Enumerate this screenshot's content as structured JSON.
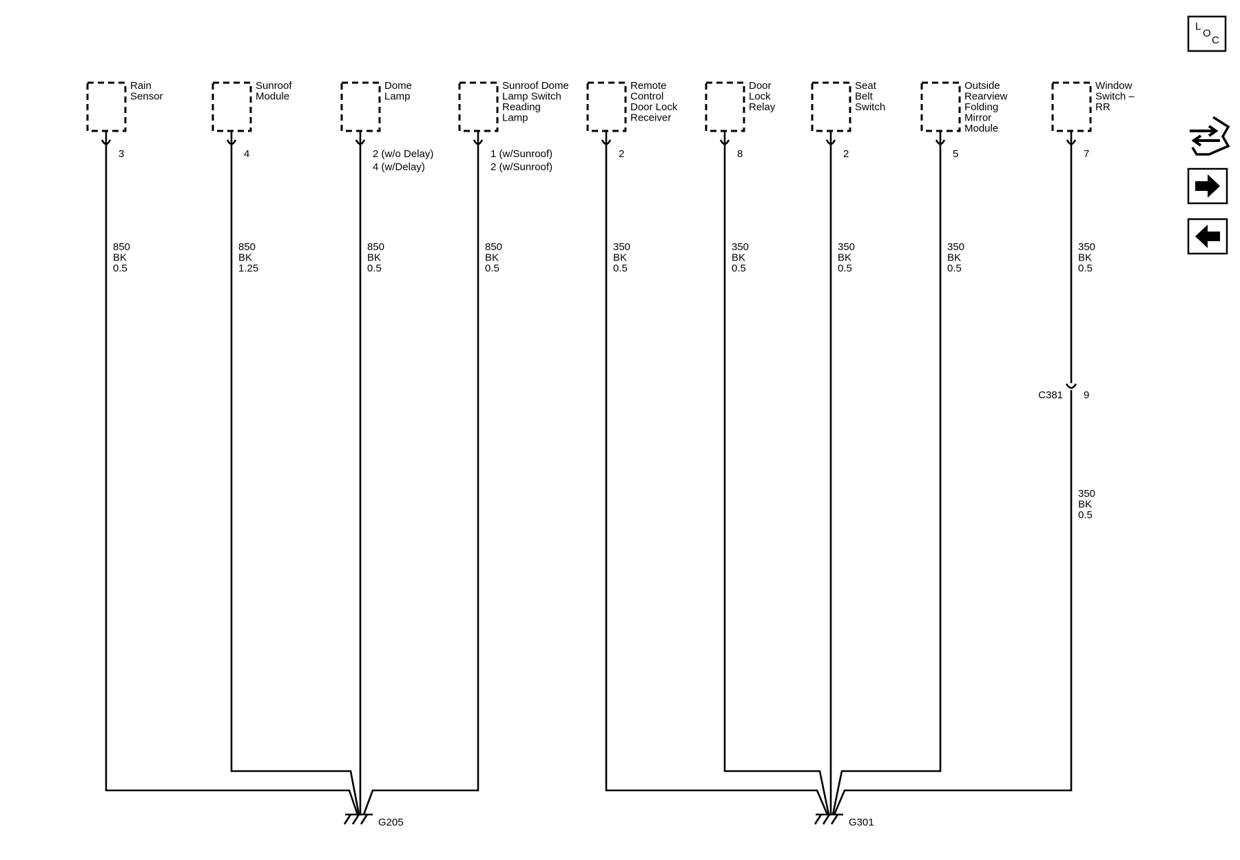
{
  "components": [
    {
      "id": "rain-sensor",
      "label": [
        "Rain",
        "Sensor"
      ],
      "pin": [
        "3"
      ],
      "wire": [
        "850",
        "BK",
        "0.5"
      ]
    },
    {
      "id": "sunroof-module",
      "label": [
        "Sunroof",
        "Module"
      ],
      "pin": [
        "4"
      ],
      "wire": [
        "850",
        "BK",
        "1.25"
      ]
    },
    {
      "id": "dome-lamp",
      "label": [
        "Dome",
        "Lamp"
      ],
      "pin": [
        "2 (w/o Delay)",
        "4 (w/Delay)"
      ],
      "wire": [
        "850",
        "BK",
        "0.5"
      ]
    },
    {
      "id": "sunroof-dome-lamp-switch",
      "label": [
        "Sunroof Dome",
        "Lamp Switch",
        "Reading",
        "Lamp"
      ],
      "pin": [
        "1 (w/Sunroof)",
        "2 (w/Sunroof)"
      ],
      "wire": [
        "850",
        "BK",
        "0.5"
      ]
    },
    {
      "id": "remote-control-door-lock-receiver",
      "label": [
        "Remote",
        "Control",
        "Door Lock",
        "Receiver"
      ],
      "pin": [
        "2"
      ],
      "wire": [
        "350",
        "BK",
        "0.5"
      ]
    },
    {
      "id": "door-lock-relay",
      "label": [
        "Door",
        "Lock",
        "Relay"
      ],
      "pin": [
        "8"
      ],
      "wire": [
        "350",
        "BK",
        "0.5"
      ]
    },
    {
      "id": "seat-belt-switch",
      "label": [
        "Seat",
        "Belt",
        "Switch"
      ],
      "pin": [
        "2"
      ],
      "wire": [
        "350",
        "BK",
        "0.5"
      ]
    },
    {
      "id": "outside-rearview-folding-mirror-module",
      "label": [
        "Outside",
        "Rearview",
        "Folding",
        "Mirror",
        "Module"
      ],
      "pin": [
        "5"
      ],
      "wire": [
        "350",
        "BK",
        "0.5"
      ]
    },
    {
      "id": "window-switch-rr",
      "label": [
        "Window",
        "Switch –",
        "RR"
      ],
      "pin": [
        "7"
      ],
      "wire": [
        "350",
        "BK",
        "0.5"
      ]
    }
  ],
  "inline_connector": {
    "name": "C381",
    "pin": "9",
    "wire": [
      "350",
      "BK",
      "0.5"
    ]
  },
  "grounds": [
    {
      "name": "G205"
    },
    {
      "name": "G301"
    }
  ],
  "side_icons": [
    {
      "name": "loc-icon",
      "letters": [
        "L",
        "O",
        "C"
      ]
    },
    {
      "name": "harness-connector-icon"
    },
    {
      "name": "next-arrow-icon"
    },
    {
      "name": "previous-arrow-icon"
    }
  ]
}
